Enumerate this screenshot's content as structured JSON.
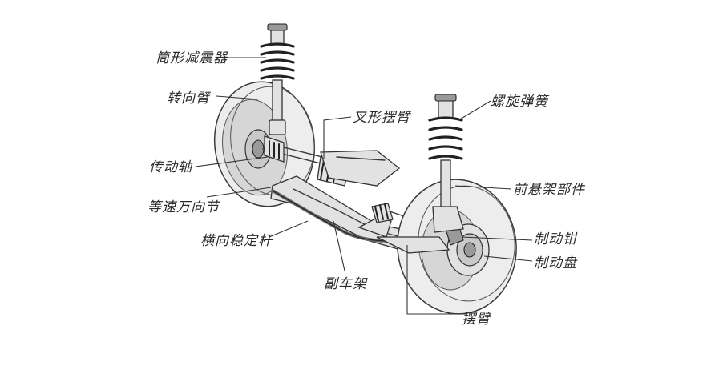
{
  "diagram": {
    "labels": {
      "strut": "筒形减震器",
      "steering_arm": "转向臂",
      "wishbone": "叉形摆臂",
      "coil_spring": "螺旋弹簧",
      "drive_shaft": "传动轴",
      "cv_joint": "等速万向节",
      "front_suspension_part": "前悬架部件",
      "stabilizer_bar": "横向稳定杆",
      "subframe": "副车架",
      "brake_caliper": "制动钳",
      "brake_disc": "制动盘",
      "control_arm": "摆臂"
    },
    "colors": {
      "ink": "#3a3a3a",
      "tire": "#ededed",
      "background": "#ffffff"
    }
  }
}
